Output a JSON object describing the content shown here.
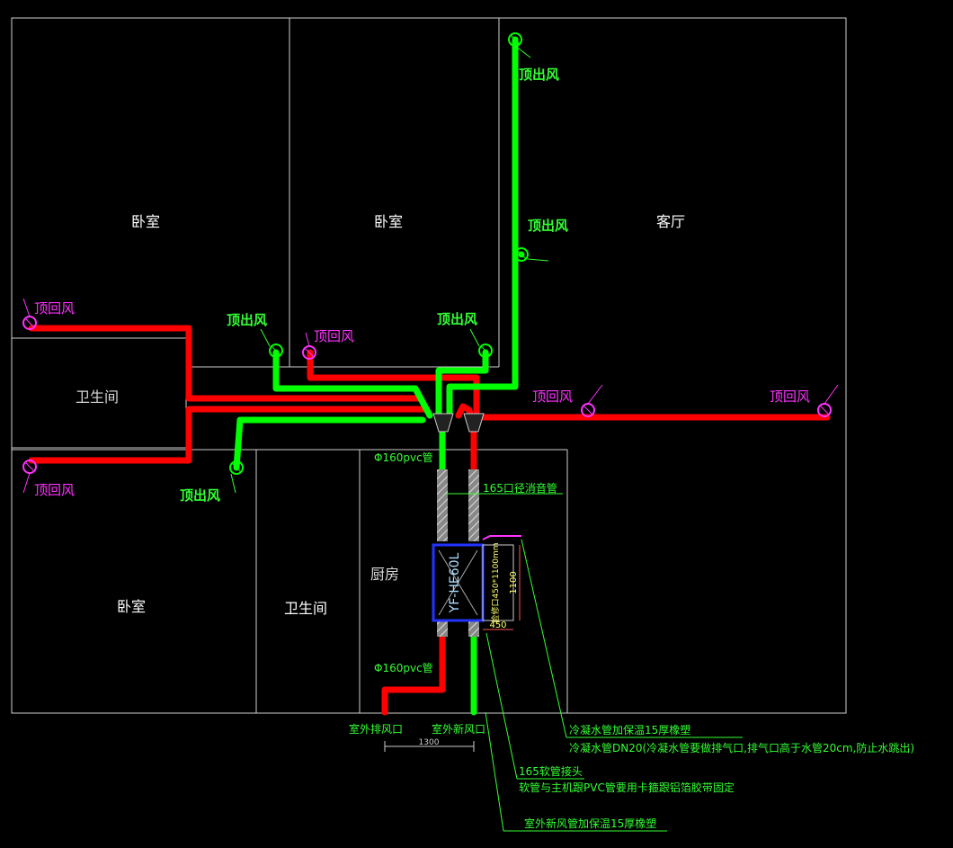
{
  "rooms": {
    "bedroom_top_left": "卧室",
    "bedroom_top_mid": "卧室",
    "living_room": "客厅",
    "bathroom_left": "卫生间",
    "bedroom_bottom_left": "卧室",
    "bathroom_bottom": "卫生间",
    "kitchen": "厨房"
  },
  "vents": {
    "supply": "顶出风",
    "return": "顶回风"
  },
  "unit": {
    "model": "YF-HE60L",
    "box_label": "检修口450*1100mm",
    "dim_height": "1100",
    "dim_width": "450"
  },
  "annotations": {
    "pvc_top": "Φ160pvc管",
    "pvc_bottom": "Φ160pvc管",
    "silencer": "165口径消音管",
    "exhaust_outlet": "室外排风口",
    "fresh_outlet": "室外新风口",
    "outlet_spacing": "1300",
    "condensate_insulation": "冷凝水管加保温15厚橡塑",
    "condensate_note": "冷凝水管DN20(冷凝水管要做排气口,排气口高于水管20cm,防止水跳出)",
    "hose_joint": "165软管接头",
    "hose_note": "软管与主机跟PVC管要用卡箍跟铝箔胶带固定",
    "fresh_insulation": "室外新风管加保温15厚橡塑"
  },
  "colors": {
    "exhaust_pipe": "#ff0000",
    "fresh_pipe": "#00ff00",
    "supply_text": "#33ff33",
    "return_text": "#ff33ff",
    "unit_frame": "#2233ff"
  }
}
